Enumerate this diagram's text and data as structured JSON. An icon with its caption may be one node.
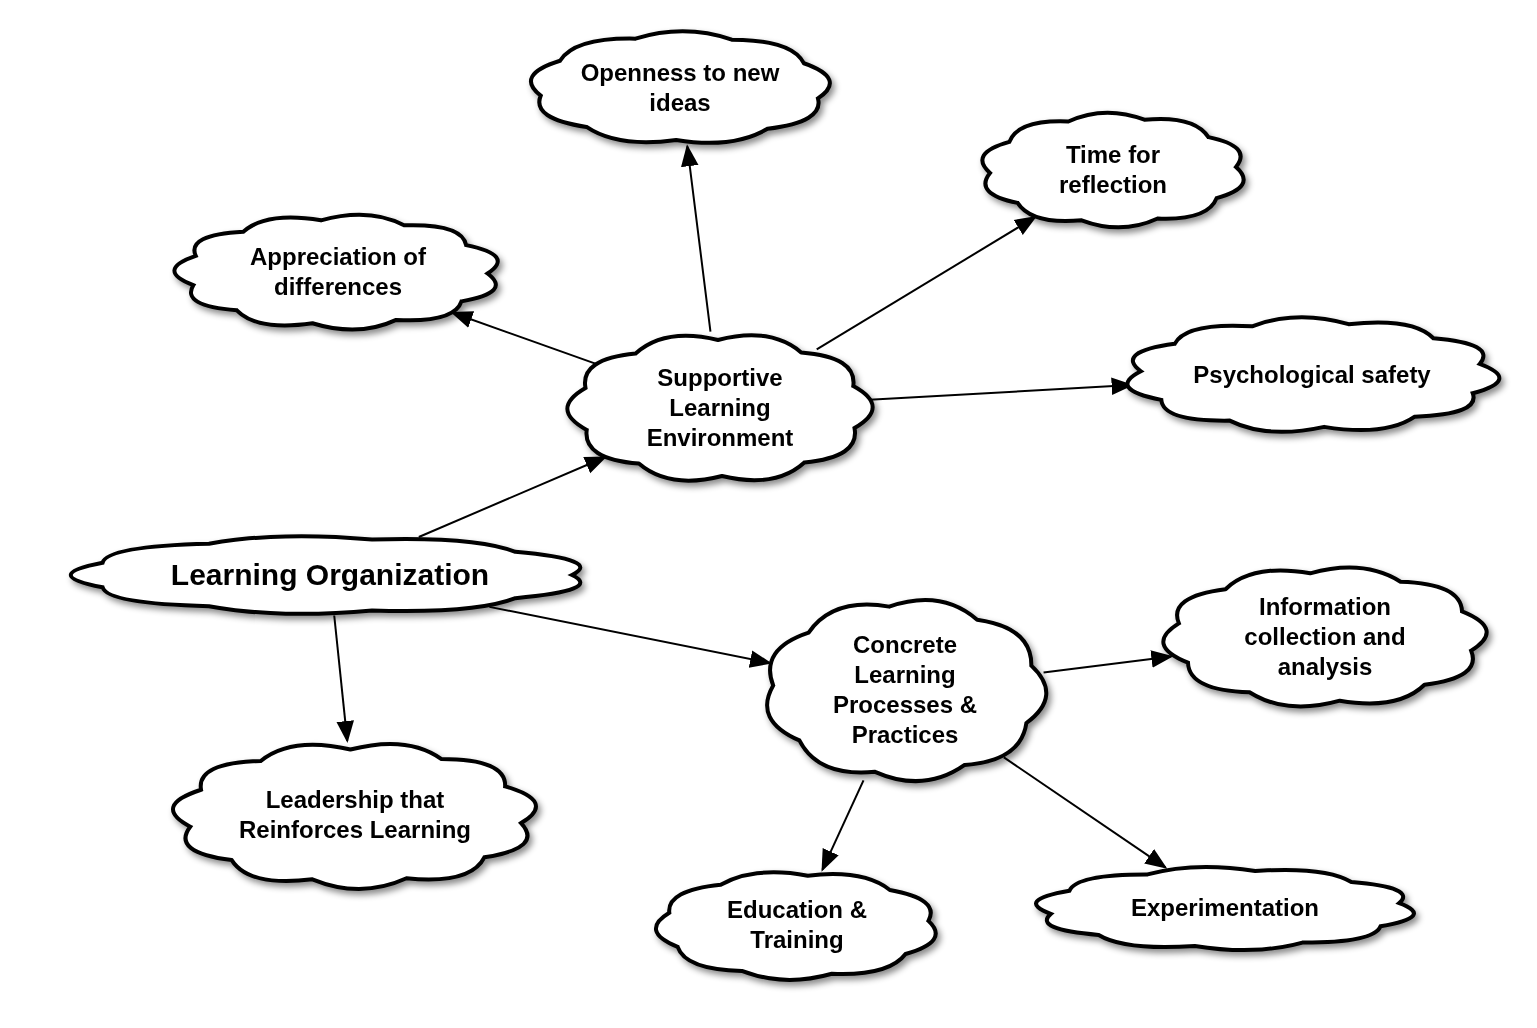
{
  "diagram": {
    "nodes": [
      {
        "text": [
          "Learning Organization"
        ]
      },
      {
        "text": [
          "Supportive Learning Environment"
        ]
      },
      {
        "text": [
          "Appreciation of differences"
        ]
      },
      {
        "text": [
          "Openness to new ideas"
        ]
      },
      {
        "text": [
          "Time for reflection"
        ]
      },
      {
        "text": [
          "Psychological safety"
        ]
      },
      {
        "text": [
          "Concrete Learning Processes & Practices"
        ]
      },
      {
        "text": [
          "Information collection and analysis"
        ]
      },
      {
        "text": [
          "Leadership that Reinforces Learning"
        ]
      },
      {
        "text": [
          "Education & Training"
        ]
      },
      {
        "text": [
          "Experimentation"
        ]
      }
    ],
    "edges": [
      {
        "from": 0,
        "to": 1,
        "arrow": "to"
      },
      {
        "from": 0,
        "to": 6,
        "arrow": "to"
      },
      {
        "from": 0,
        "to": 8,
        "arrow": "to"
      },
      {
        "from": 1,
        "to": 2,
        "arrow": "to"
      },
      {
        "from": 1,
        "to": 3,
        "arrow": "to"
      },
      {
        "from": 1,
        "to": 4,
        "arrow": "to"
      },
      {
        "from": 1,
        "to": 5,
        "arrow": "to"
      },
      {
        "from": 6,
        "to": 7,
        "arrow": "to"
      },
      {
        "from": 6,
        "to": 9,
        "arrow": "to"
      },
      {
        "from": 6,
        "to": 10,
        "arrow": "to"
      }
    ]
  }
}
